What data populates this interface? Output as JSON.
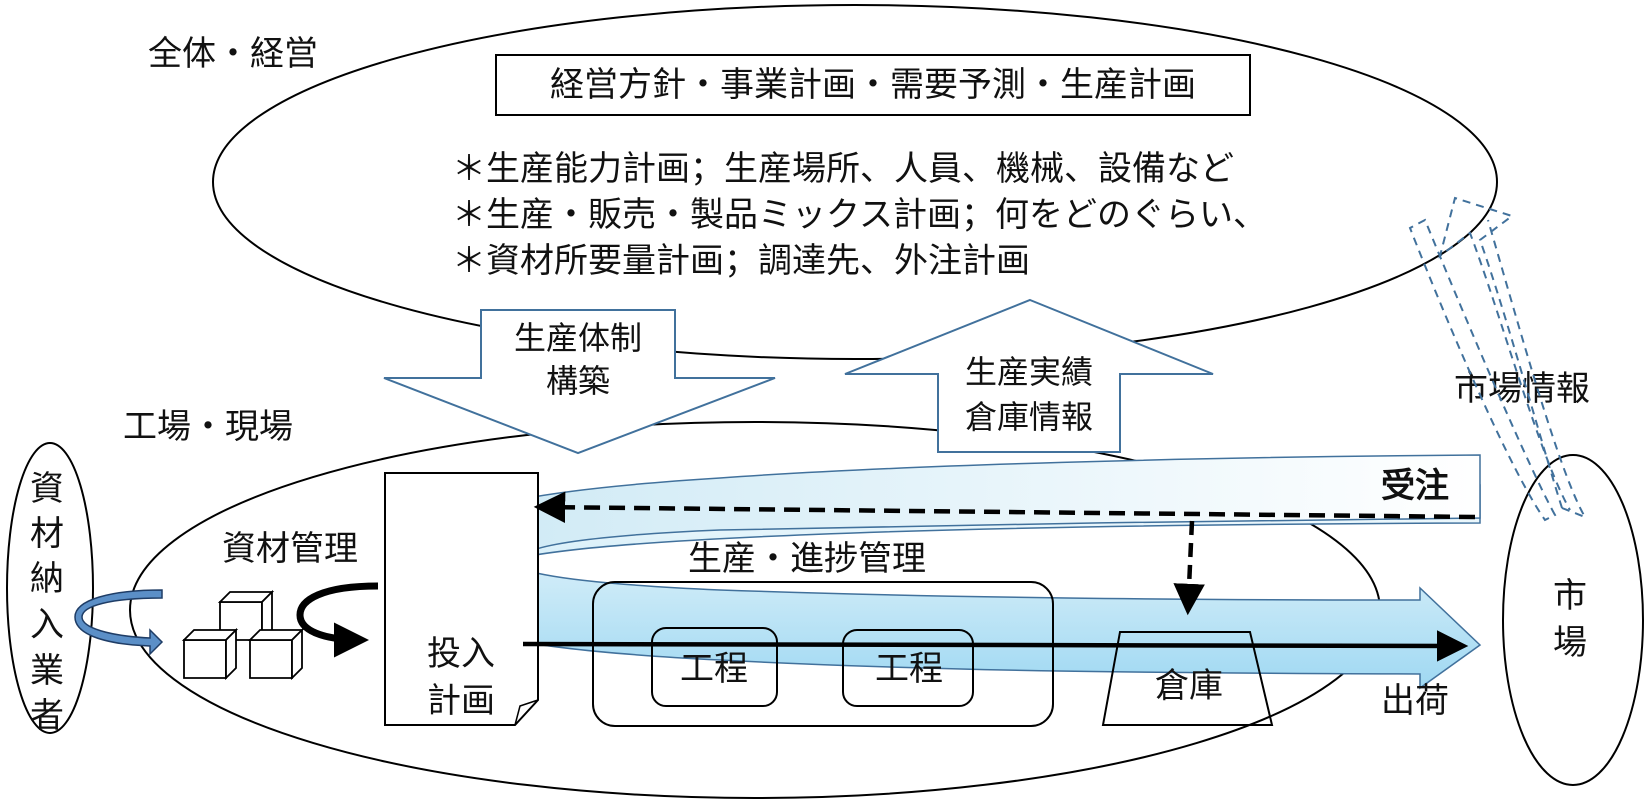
{
  "management": {
    "label": "全体・経営",
    "plan_box": "経営方針・事業計画・需要予測・生産計画",
    "bullets": [
      "＊生産能力計画；生産場所、人員、機械、設備など",
      "＊生産・販売・製品ミックス計画；何をどのぐらい、",
      "＊資材所要量計画；調達先、外注計画"
    ]
  },
  "factory": {
    "label": "工場・現場",
    "material_management": "資材管理",
    "input_plan": [
      "投入",
      "計画"
    ],
    "progress_management": "生産・進捗管理",
    "process_1": "工程",
    "process_2": "工程",
    "warehouse": "倉庫",
    "shipping": "出荷",
    "order": "受注"
  },
  "arrows": {
    "down_lines": [
      "生産体制",
      "構築"
    ],
    "up_lines": [
      "生産実績",
      "倉庫情報"
    ],
    "market_info": "市場情報"
  },
  "supplier": {
    "chars": [
      "資",
      "材",
      "納",
      "入",
      "業",
      "者"
    ]
  },
  "market": {
    "chars": [
      "市",
      "場"
    ]
  },
  "colors": {
    "line": "#000000",
    "arrow_outline": "#41719c",
    "flow_fill_light": "#ffffff",
    "flow_fill_dark": "#9fd8f2",
    "market_dash": "#41719c"
  }
}
